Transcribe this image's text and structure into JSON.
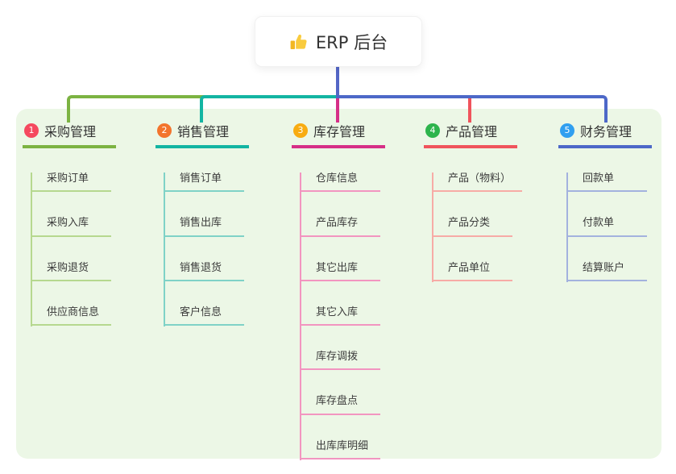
{
  "root": {
    "label": "ERP 后台",
    "icon": "thumbs-up",
    "line_color": "#5366c6",
    "card_bg": "#ffffff"
  },
  "panel_bg": "#ecf7e6",
  "branches": [
    {
      "badge": "1",
      "label": "采购管理",
      "colors": {
        "badge": "#f5495f",
        "line": "#7cb342",
        "light": "#b6d88f"
      },
      "children": [
        "采购订单",
        "采购入库",
        "采购退货",
        "供应商信息"
      ]
    },
    {
      "badge": "2",
      "label": "销售管理",
      "colors": {
        "badge": "#f3742c",
        "line": "#13b5a2",
        "light": "#7fd2c7"
      },
      "children": [
        "销售订单",
        "销售出库",
        "销售退货",
        "客户信息"
      ]
    },
    {
      "badge": "3",
      "label": "库存管理",
      "colors": {
        "badge": "#f8ac11",
        "line": "#d62f87",
        "light": "#f295c0"
      },
      "children": [
        "仓库信息",
        "产品库存",
        "其它出库",
        "其它入库",
        "库存调拨",
        "库存盘点",
        "出库库明细"
      ]
    },
    {
      "badge": "4",
      "label": "产品管理",
      "colors": {
        "badge": "#2db44c",
        "line": "#f0545c",
        "light": "#f7aba6"
      },
      "children": [
        "产品（物料）",
        "产品分类",
        "产品单位"
      ]
    },
    {
      "badge": "5",
      "label": "财务管理",
      "colors": {
        "badge": "#309ff0",
        "line": "#4d68c8",
        "light": "#a3b2de"
      },
      "children": [
        "回款单",
        "付款单",
        "结算账户"
      ]
    }
  ]
}
